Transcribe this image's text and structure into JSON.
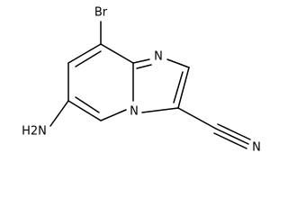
{
  "molecule": {
    "atoms": {
      "br": "Br",
      "n_top": "N",
      "n_bridge": "N",
      "n_nitrile": "N",
      "amine": "H2N"
    }
  }
}
